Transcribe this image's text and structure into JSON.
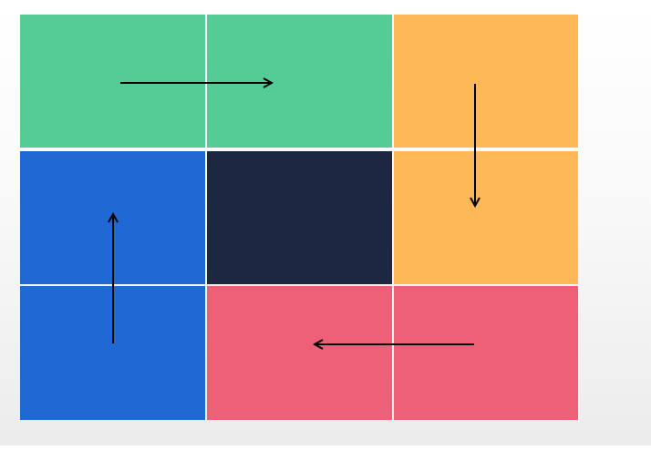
{
  "diagram": {
    "colors": {
      "green": "#55cb96",
      "orange": "#feb857",
      "blue": "#2069d5",
      "navy": "#1e2742",
      "pink": "#ed6078",
      "gap": "#ffffff",
      "arrow": "#000000"
    },
    "cells": [
      [
        "green",
        "green",
        "orange"
      ],
      [
        "blue",
        "navy",
        "orange"
      ],
      [
        "blue",
        "pink",
        "pink"
      ]
    ],
    "arrows": [
      {
        "name": "arrow-right",
        "direction": "right"
      },
      {
        "name": "arrow-down",
        "direction": "down"
      },
      {
        "name": "arrow-left",
        "direction": "left"
      },
      {
        "name": "arrow-up",
        "direction": "up"
      }
    ]
  }
}
